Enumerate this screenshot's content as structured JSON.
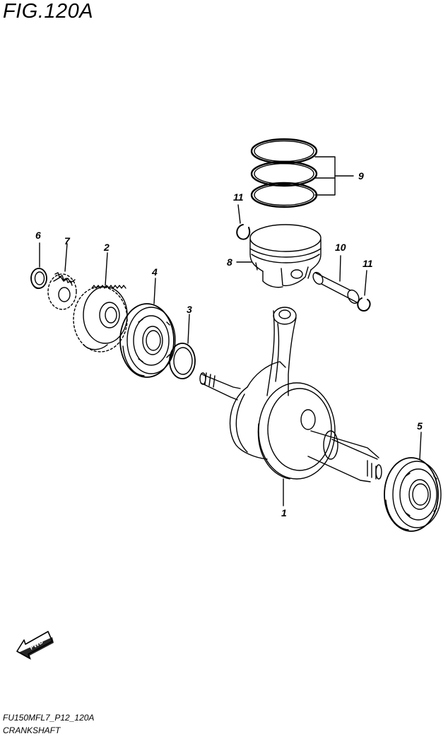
{
  "header": {
    "figure_title": "FIG.120A"
  },
  "callouts": {
    "c1": "1",
    "c2": "2",
    "c3": "3",
    "c4": "4",
    "c5": "5",
    "c6": "6",
    "c7": "7",
    "c8": "8",
    "c9": "9",
    "c10": "10",
    "c11a": "11",
    "c11b": "11"
  },
  "fwd_label": "FWD",
  "footer": {
    "code": "FU150MFL7_P12_120A",
    "name": "CRANKSHAFT"
  }
}
